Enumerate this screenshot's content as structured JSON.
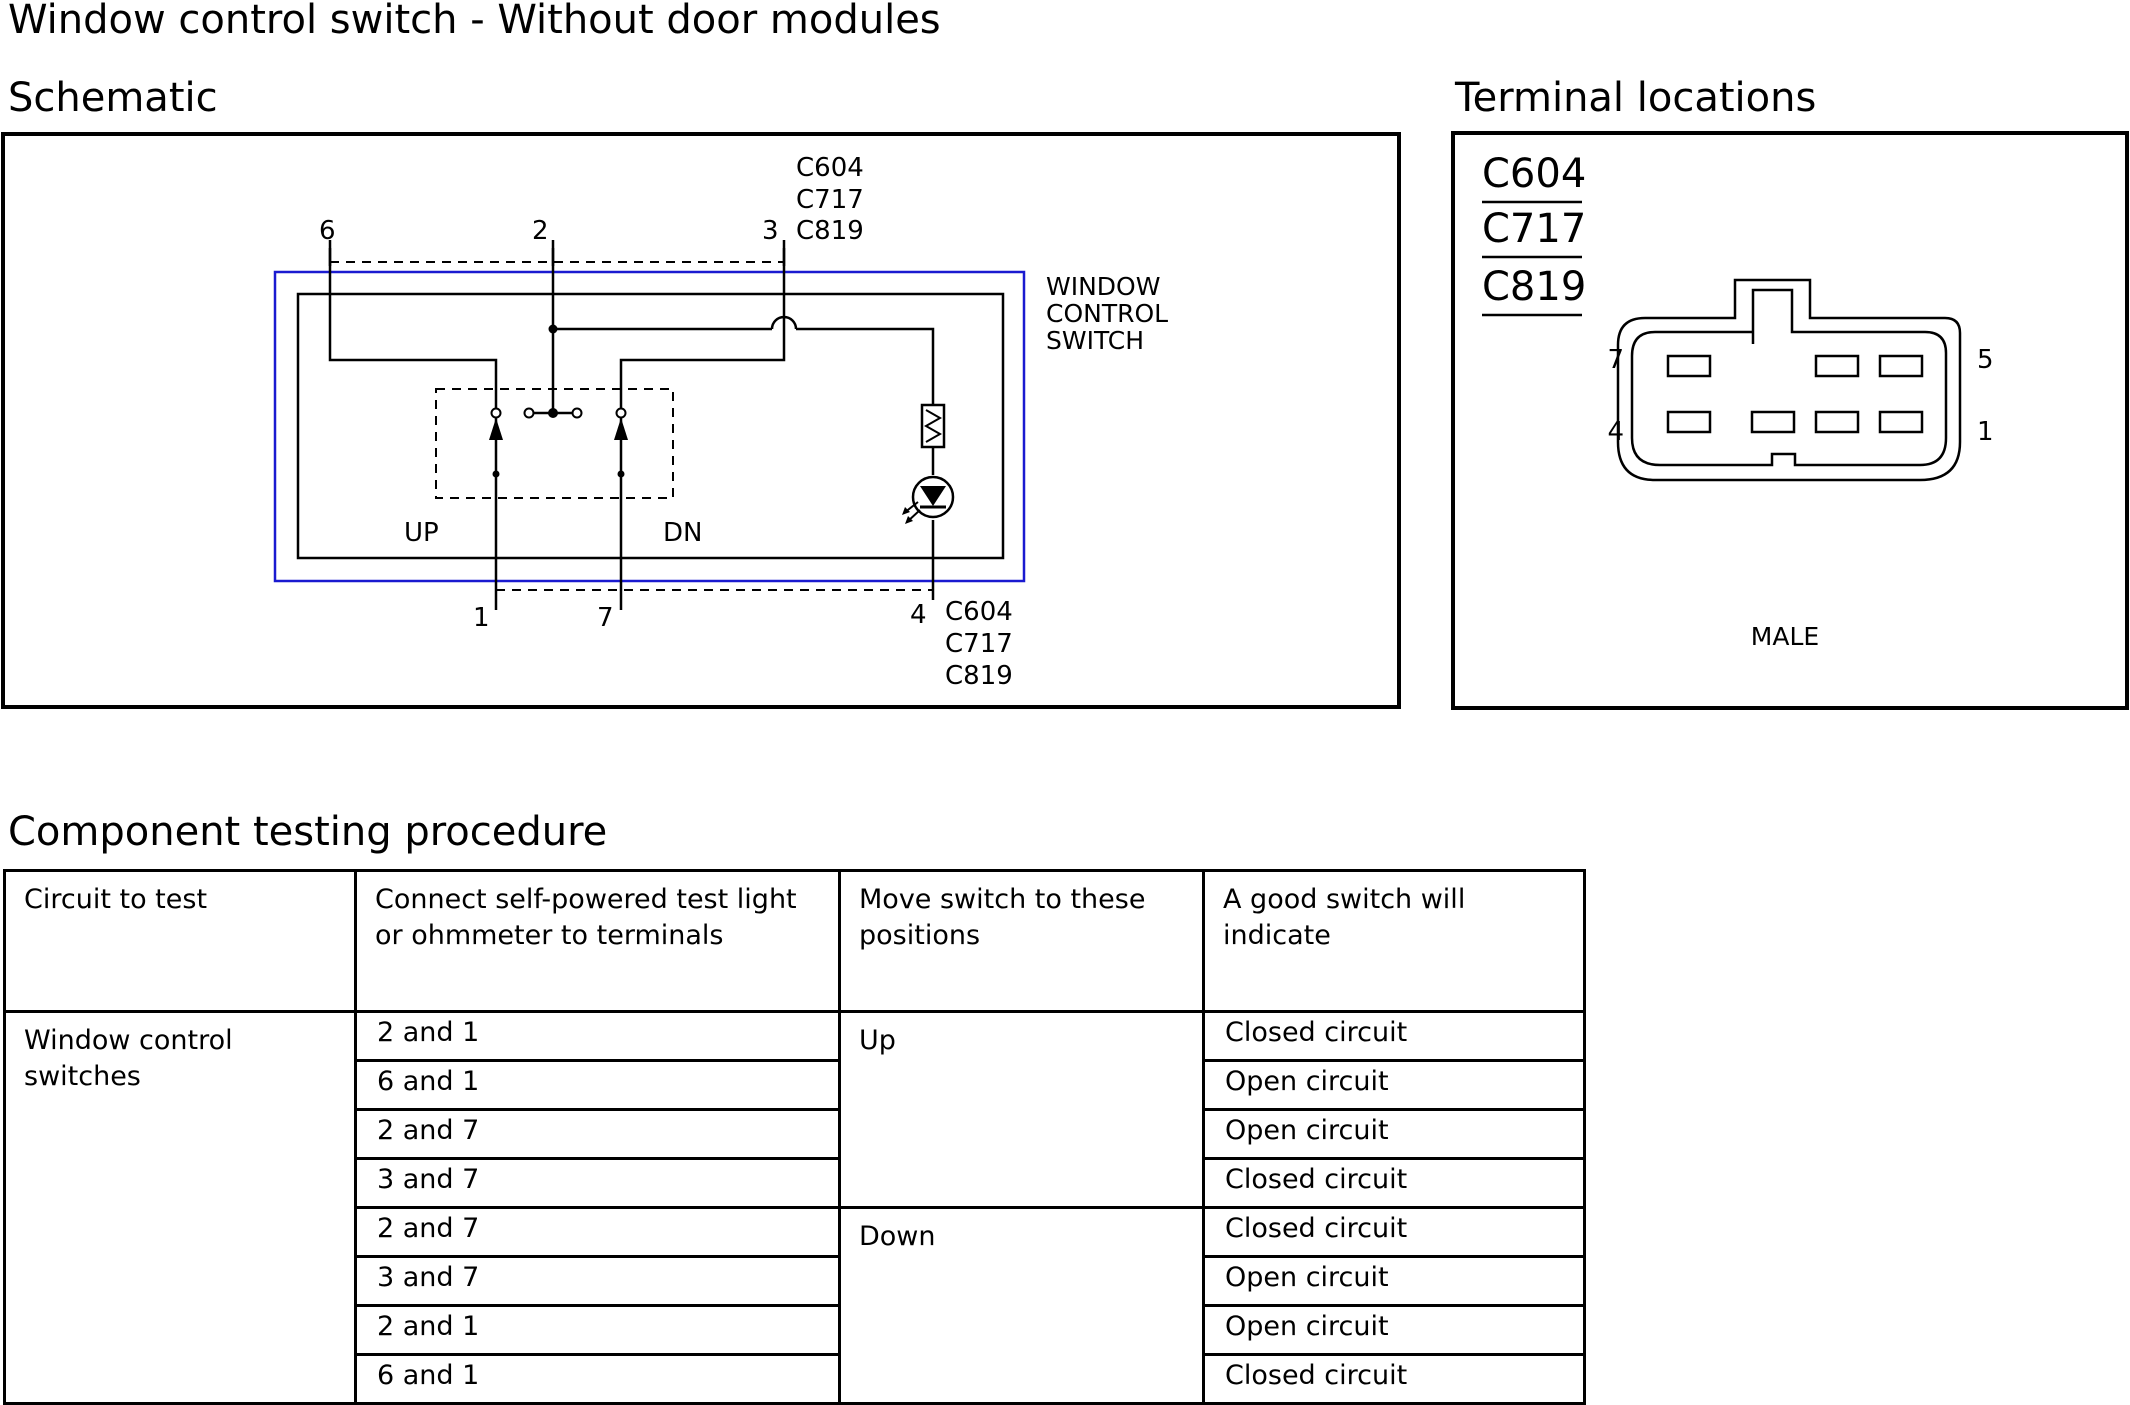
{
  "title": "Window control switch - Without door modules",
  "schematic": {
    "heading": "Schematic",
    "top_pins": [
      "6",
      "2",
      "3"
    ],
    "bottom_pins": [
      "1",
      "7",
      "4"
    ],
    "top_connectors": [
      "C604",
      "C717",
      "C819"
    ],
    "bottom_connectors": [
      "C604",
      "C717",
      "C819"
    ],
    "component_label": [
      "WINDOW",
      "CONTROL",
      "SWITCH"
    ],
    "up_label": "UP",
    "dn_label": "DN",
    "outline_color": "#1a1ad0"
  },
  "terminal": {
    "heading": "Terminal locations",
    "connectors": [
      "C604",
      "C717",
      "C819"
    ],
    "pin_labels": {
      "top_left": "7",
      "top_right": "5",
      "bottom_left": "4",
      "bottom_right": "1"
    },
    "gender": "MALE"
  },
  "procedure": {
    "heading": "Component testing procedure",
    "headers": [
      "Circuit to test",
      "Connect self-powered test light or ohmmeter to terminals",
      "Move switch to these positions",
      "A good switch will indicate"
    ],
    "circuit": "Window control switches",
    "groups": [
      {
        "position": "Up",
        "rows": [
          {
            "terminals": "2 and 1",
            "result": "Closed circuit"
          },
          {
            "terminals": "6 and 1",
            "result": "Open circuit"
          },
          {
            "terminals": "2 and 7",
            "result": "Open circuit"
          },
          {
            "terminals": "3 and 7",
            "result": "Closed circuit"
          }
        ]
      },
      {
        "position": "Down",
        "rows": [
          {
            "terminals": "2 and 7",
            "result": "Closed circuit"
          },
          {
            "terminals": "3 and 7",
            "result": "Open circuit"
          },
          {
            "terminals": "2 and 1",
            "result": "Open circuit"
          },
          {
            "terminals": "6 and 1",
            "result": "Closed circuit"
          }
        ]
      }
    ]
  }
}
